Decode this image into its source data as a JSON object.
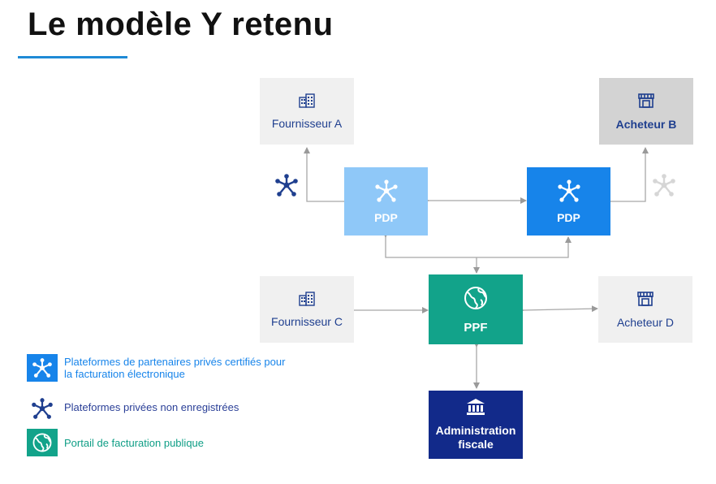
{
  "page": {
    "title": "Le modèle Y retenu"
  },
  "nodes": {
    "fournisseur_a": "Fournisseur A",
    "acheteur_b": "Acheteur B",
    "pdp_left": "PDP",
    "pdp_right": "PDP",
    "fournisseur_c": "Fournisseur C",
    "ppf": "PPF",
    "acheteur_d": "Acheteur D",
    "administration": "Administration fiscale"
  },
  "legend": {
    "pdp": "Plateformes de partenaires privés certifiés pour la facturation électronique",
    "non_registered": "Plateformes privées non enregistrées",
    "ppf": "Portail de facturation publique"
  },
  "icons": {
    "supplier": "building-icon",
    "buyer": "shop-icon",
    "platform": "network-icon",
    "portal": "globe-icon",
    "administration": "bank-icon"
  },
  "colors": {
    "accent": "#1f8ad6",
    "pdp_light": "#8fc8f8",
    "pdp": "#1784ea",
    "ppf": "#12a38a",
    "administration": "#122a8a",
    "text_dark_blue": "#1f3f8f"
  }
}
